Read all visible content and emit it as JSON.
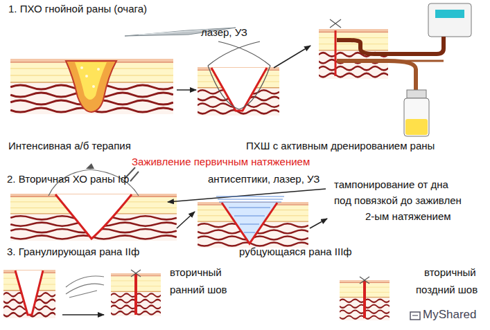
{
  "diagram": {
    "labels": [
      "1. ПХО гнойной раны (очага)",
      "лазер, УЗ",
      "Интенсивная а/б терапия",
      "ПХШ с активным дренированием раны",
      "Заживление первичным натяжением",
      "2. Вторичная ХО раны Iф",
      "антисептики, лазер, УЗ",
      "тампонирование от дна",
      "под повязкой до заживлен",
      "2-ым натяжением",
      "3. Гранулирующая рана IIф",
      "рубцующаяся рана IIIф",
      "вторичный",
      "ранний шов",
      "вторичный",
      "поздний шов",
      "MyShared"
    ]
  }
}
